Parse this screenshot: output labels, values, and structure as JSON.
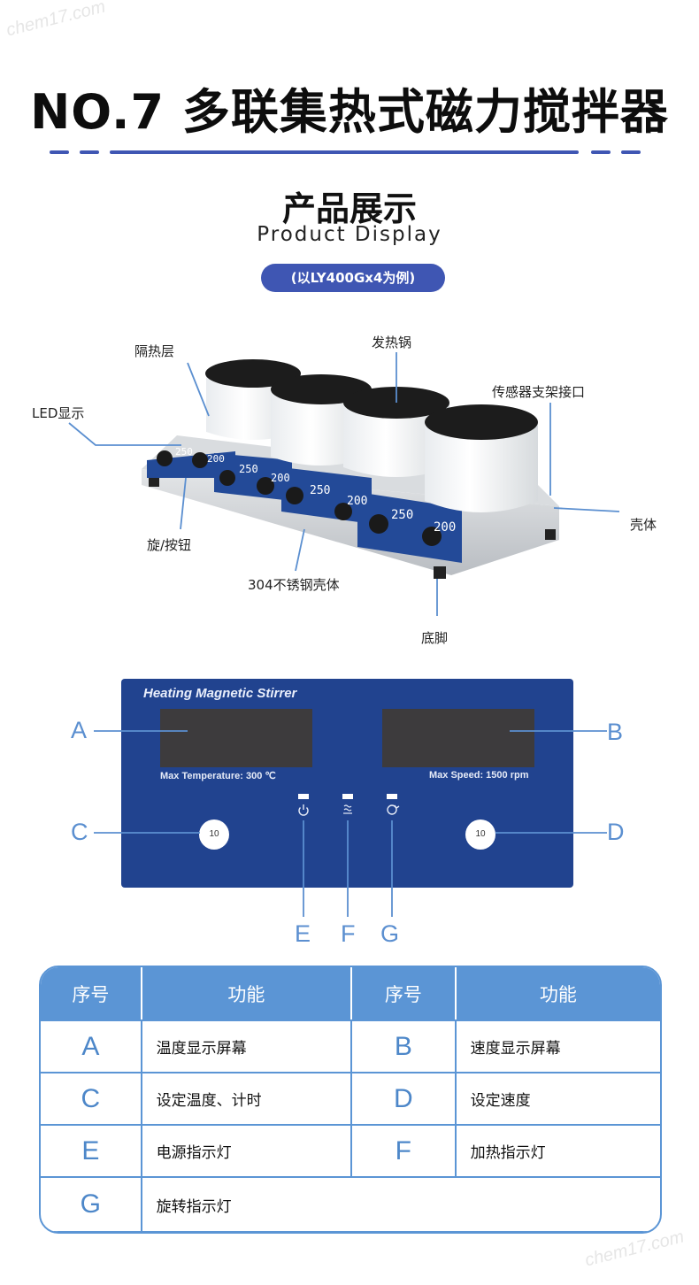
{
  "watermark": "chem17.com",
  "header": {
    "title": "NO.7 多联集热式磁力搅拌器"
  },
  "section": {
    "title": "产品展示",
    "subtitle": "Product Display",
    "example_pill": "(以LY400Gx4为例)"
  },
  "product_callouts": {
    "insulation": "隔热层",
    "heating_pot": "发热锅",
    "led_display": "LED显示",
    "sensor_port": "传感器支架接口",
    "housing": "壳体",
    "knob": "旋/按钮",
    "steel_housing": "304不锈钢壳体",
    "foot": "底脚"
  },
  "product_displays": {
    "temp": "250",
    "speed": "200"
  },
  "panel": {
    "title": "Heating Magnetic Stirrer",
    "max_temp": "Max Temperature:  300 ℃",
    "max_speed": "Max Speed:  1500 rpm",
    "knob_left": "10",
    "knob_right": "10",
    "colors": {
      "panel": "#21438f",
      "display": "#3d3b3d",
      "accent": "#3f56b3",
      "label": "#5b8fd0"
    },
    "letters": {
      "a": "A",
      "b": "B",
      "c": "C",
      "d": "D",
      "e": "E",
      "f": "F",
      "g": "G"
    }
  },
  "table": {
    "headers": [
      "序号",
      "功能",
      "序号",
      "功能"
    ],
    "rows": [
      [
        "A",
        "温度显示屏幕",
        "B",
        "速度显示屏幕"
      ],
      [
        "C",
        "设定温度、计时",
        "D",
        "设定速度"
      ],
      [
        "E",
        "电源指示灯",
        "F",
        "加热指示灯"
      ],
      [
        "G",
        "旋转指示灯",
        "",
        ""
      ]
    ]
  }
}
